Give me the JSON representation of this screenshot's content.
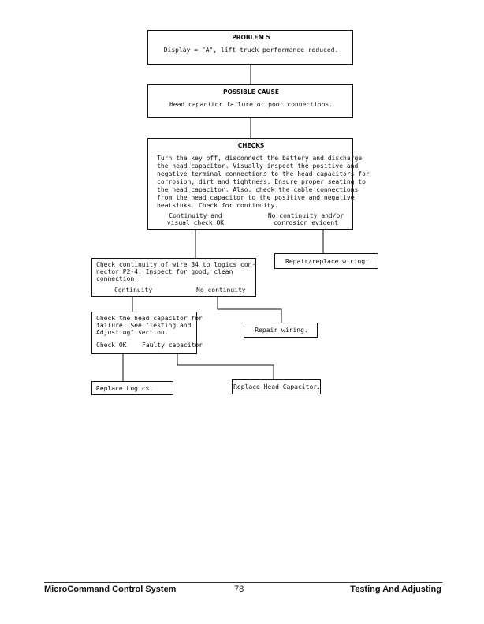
{
  "problem": {
    "title": "PROBLEM 5",
    "text": "Display = \"A\", lift truck performance reduced."
  },
  "cause": {
    "title": "POSSIBLE CAUSE",
    "text": "Head capacitor failure or poor connections."
  },
  "checks": {
    "title": "CHECKS",
    "lines": [
      "Turn the key off, disconnect the battery and discharge",
      "the head capacitor. Visually inspect the positive and",
      "negative terminal connections to the head capacitors for",
      "corrosion, dirt and tightness. Ensure proper seating to",
      "the head capacitor. Also, check the cable connections",
      "from the head capacitor to the positive and negative",
      "heatsinks. Check for continuity."
    ],
    "branch_ok": [
      "Continuity and",
      "visual check OK"
    ],
    "branch_fail": [
      "No continuity and/or",
      "corrosion evident"
    ]
  },
  "wire_check": {
    "lines": [
      "Check continuity of wire 34 to logics con-",
      "nector P2-4. Inspect for good, clean",
      "connection."
    ],
    "branch_ok": "Continuity",
    "branch_fail": "No continuity"
  },
  "repair_replace_wiring": "Repair/replace wiring.",
  "cap_check": {
    "lines": [
      "Check the head capacitor for",
      "failure. See \"Testing and",
      "Adjusting\" section."
    ],
    "branch_ok": "Check OK",
    "branch_fail": "Faulty capacitor"
  },
  "repair_wiring": "Repair wiring.",
  "replace_logics": "Replace Logics.",
  "replace_capacitor": "Replace Head Capacitor.",
  "footer": {
    "left": "MicroCommand Control System",
    "center": "78",
    "right": "Testing And Adjusting"
  }
}
